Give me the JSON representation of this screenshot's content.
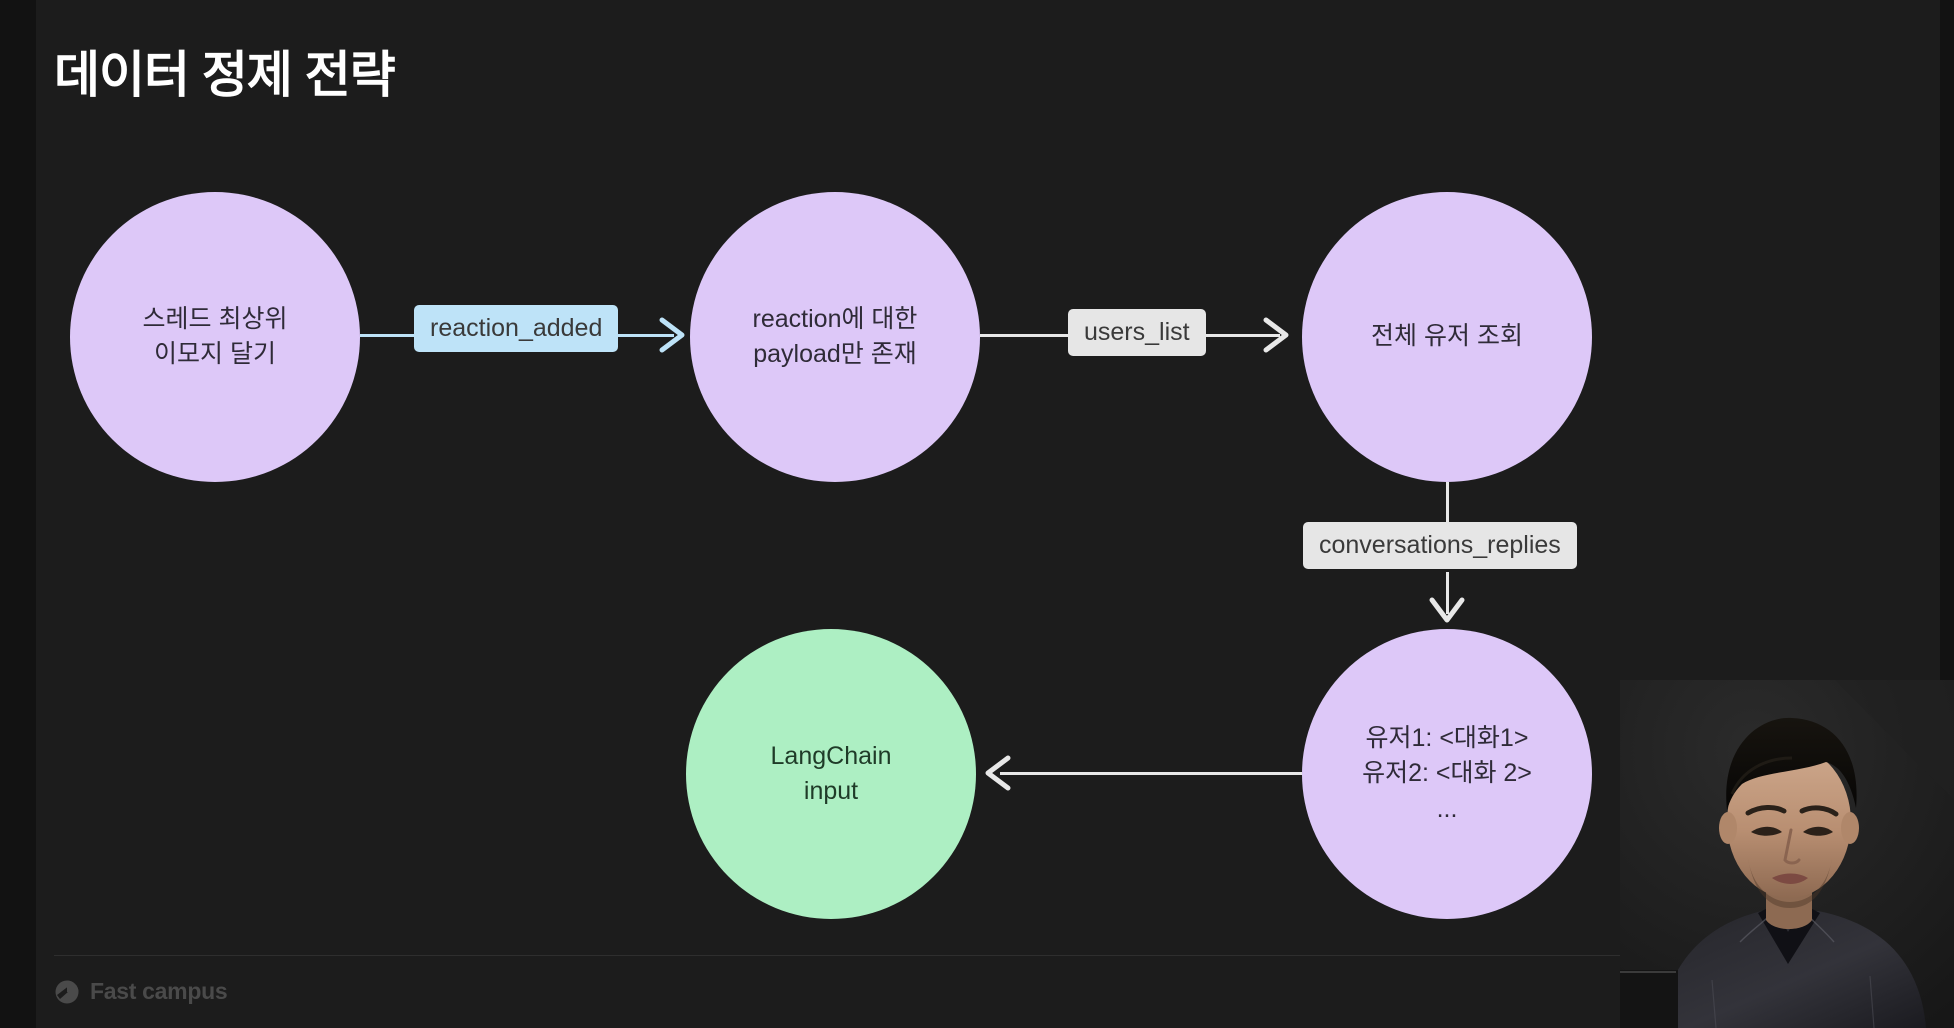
{
  "slide": {
    "title": "데이터 정제 전략",
    "background_color": "#1c1c1c"
  },
  "colors": {
    "node_purple": "#DDC8F8",
    "node_green": "#ADEFC3",
    "chip_blue": "#BEE3F8",
    "chip_gray": "#E6E6E6",
    "edge_blue": "#BEE3F8",
    "edge_white": "#E8E8E8",
    "title_text": "#FFFFFF",
    "node_text": "#2F2B38"
  },
  "diagram": {
    "type": "flowchart",
    "nodes": [
      {
        "id": "emoji",
        "shape": "circle",
        "fill": "#DDC8F8",
        "lines": [
          "스레드 최상위",
          "이모지 달기"
        ]
      },
      {
        "id": "payload",
        "shape": "circle",
        "fill": "#DDC8F8",
        "lines": [
          "reaction에 대한",
          "payload만 존재"
        ]
      },
      {
        "id": "users",
        "shape": "circle",
        "fill": "#DDC8F8",
        "lines": [
          "전체 유저 조회"
        ]
      },
      {
        "id": "convo",
        "shape": "circle",
        "fill": "#DDC8F8",
        "lines": [
          "유저1: <대화1>",
          "유저2: <대화 2>",
          "..."
        ]
      },
      {
        "id": "lang",
        "shape": "circle",
        "fill": "#ADEFC3",
        "lines": [
          "LangChain",
          "input"
        ]
      }
    ],
    "edges": [
      {
        "from": "emoji",
        "to": "payload",
        "label": "reaction_added",
        "label_style": "chip-blue",
        "direction": "right"
      },
      {
        "from": "payload",
        "to": "users",
        "label": "users_list",
        "label_style": "chip-gray",
        "direction": "right"
      },
      {
        "from": "users",
        "to": "convo",
        "label": "conversations_replies",
        "label_style": "chip-gray",
        "direction": "down"
      },
      {
        "from": "convo",
        "to": "lang",
        "label": "",
        "label_style": "",
        "direction": "left"
      }
    ]
  },
  "node_text": {
    "emoji_line1": "스레드 최상위",
    "emoji_line2": "이모지 달기",
    "payload_line1": "reaction에 대한",
    "payload_line2": "payload만 존재",
    "users_line1": "전체 유저 조회",
    "convo_line1": "유저1: <대화1>",
    "convo_line2": "유저2: <대화 2>",
    "convo_line3": "...",
    "lang_line1": "LangChain",
    "lang_line2": "input"
  },
  "edge_labels": {
    "reaction_added": "reaction_added",
    "users_list": "users_list",
    "conversations_replies": "conversations_replies"
  },
  "footer": {
    "brand": "Fast campus"
  },
  "presenter": {
    "description": "presenter video overlay"
  }
}
